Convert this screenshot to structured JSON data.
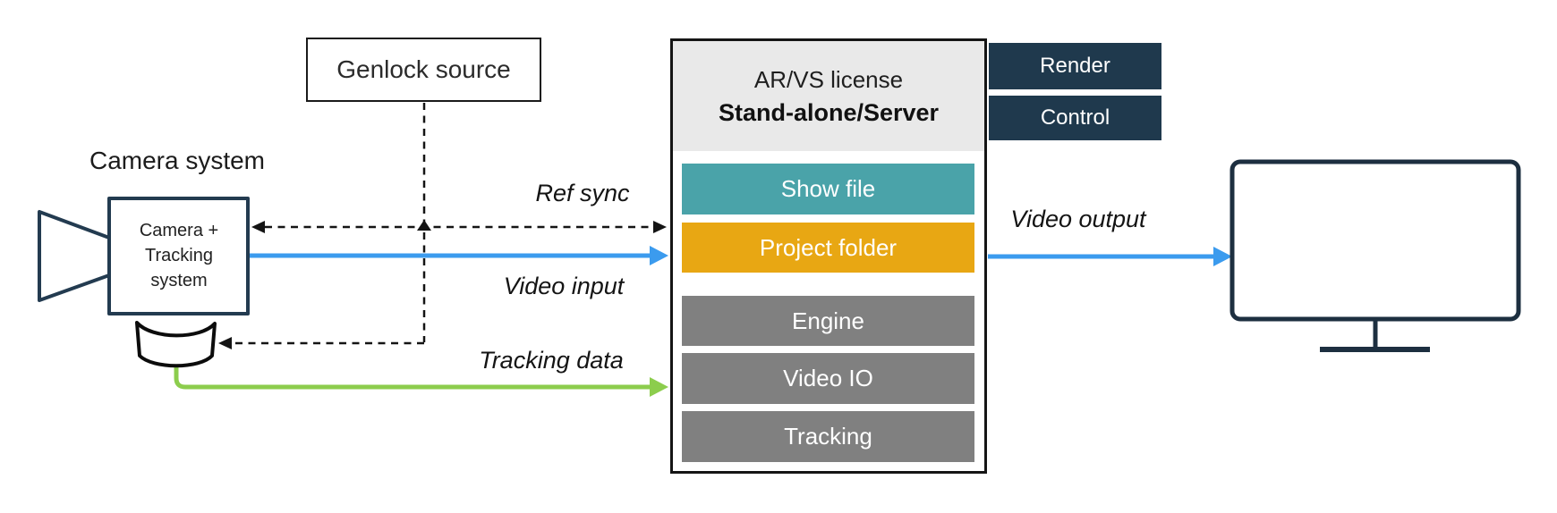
{
  "camera": {
    "title": "Camera system",
    "unit_label": "Camera +\nTracking\nsystem"
  },
  "genlock": {
    "label": "Genlock source"
  },
  "server": {
    "title": "AR/VS license",
    "subtitle": "Stand-alone/Server",
    "header_bg": "#E9E9E9",
    "blocks": [
      {
        "label": "Show file",
        "color": "#4AA3A9"
      },
      {
        "label": "Project folder",
        "color": "#E8A713"
      },
      {
        "label": "Engine",
        "color": "#808080"
      },
      {
        "label": "Video IO",
        "color": "#808080"
      },
      {
        "label": "Tracking",
        "color": "#808080"
      }
    ]
  },
  "tabs": [
    {
      "label": "Render",
      "color": "#1F394D"
    },
    {
      "label": "Control",
      "color": "#1F394D"
    }
  ],
  "connections": {
    "ref_sync": {
      "label": "Ref sync",
      "style": "dashed",
      "color": "#141414"
    },
    "video_input": {
      "label": "Video input",
      "style": "solid",
      "color": "#3B9BEE"
    },
    "tracking_data": {
      "label": "Tracking data",
      "style": "solid",
      "color": "#8CCD4D"
    },
    "video_output": {
      "label": "Video output",
      "style": "solid",
      "color": "#3B9BEE"
    }
  },
  "output_display": {
    "type": "monitor"
  }
}
